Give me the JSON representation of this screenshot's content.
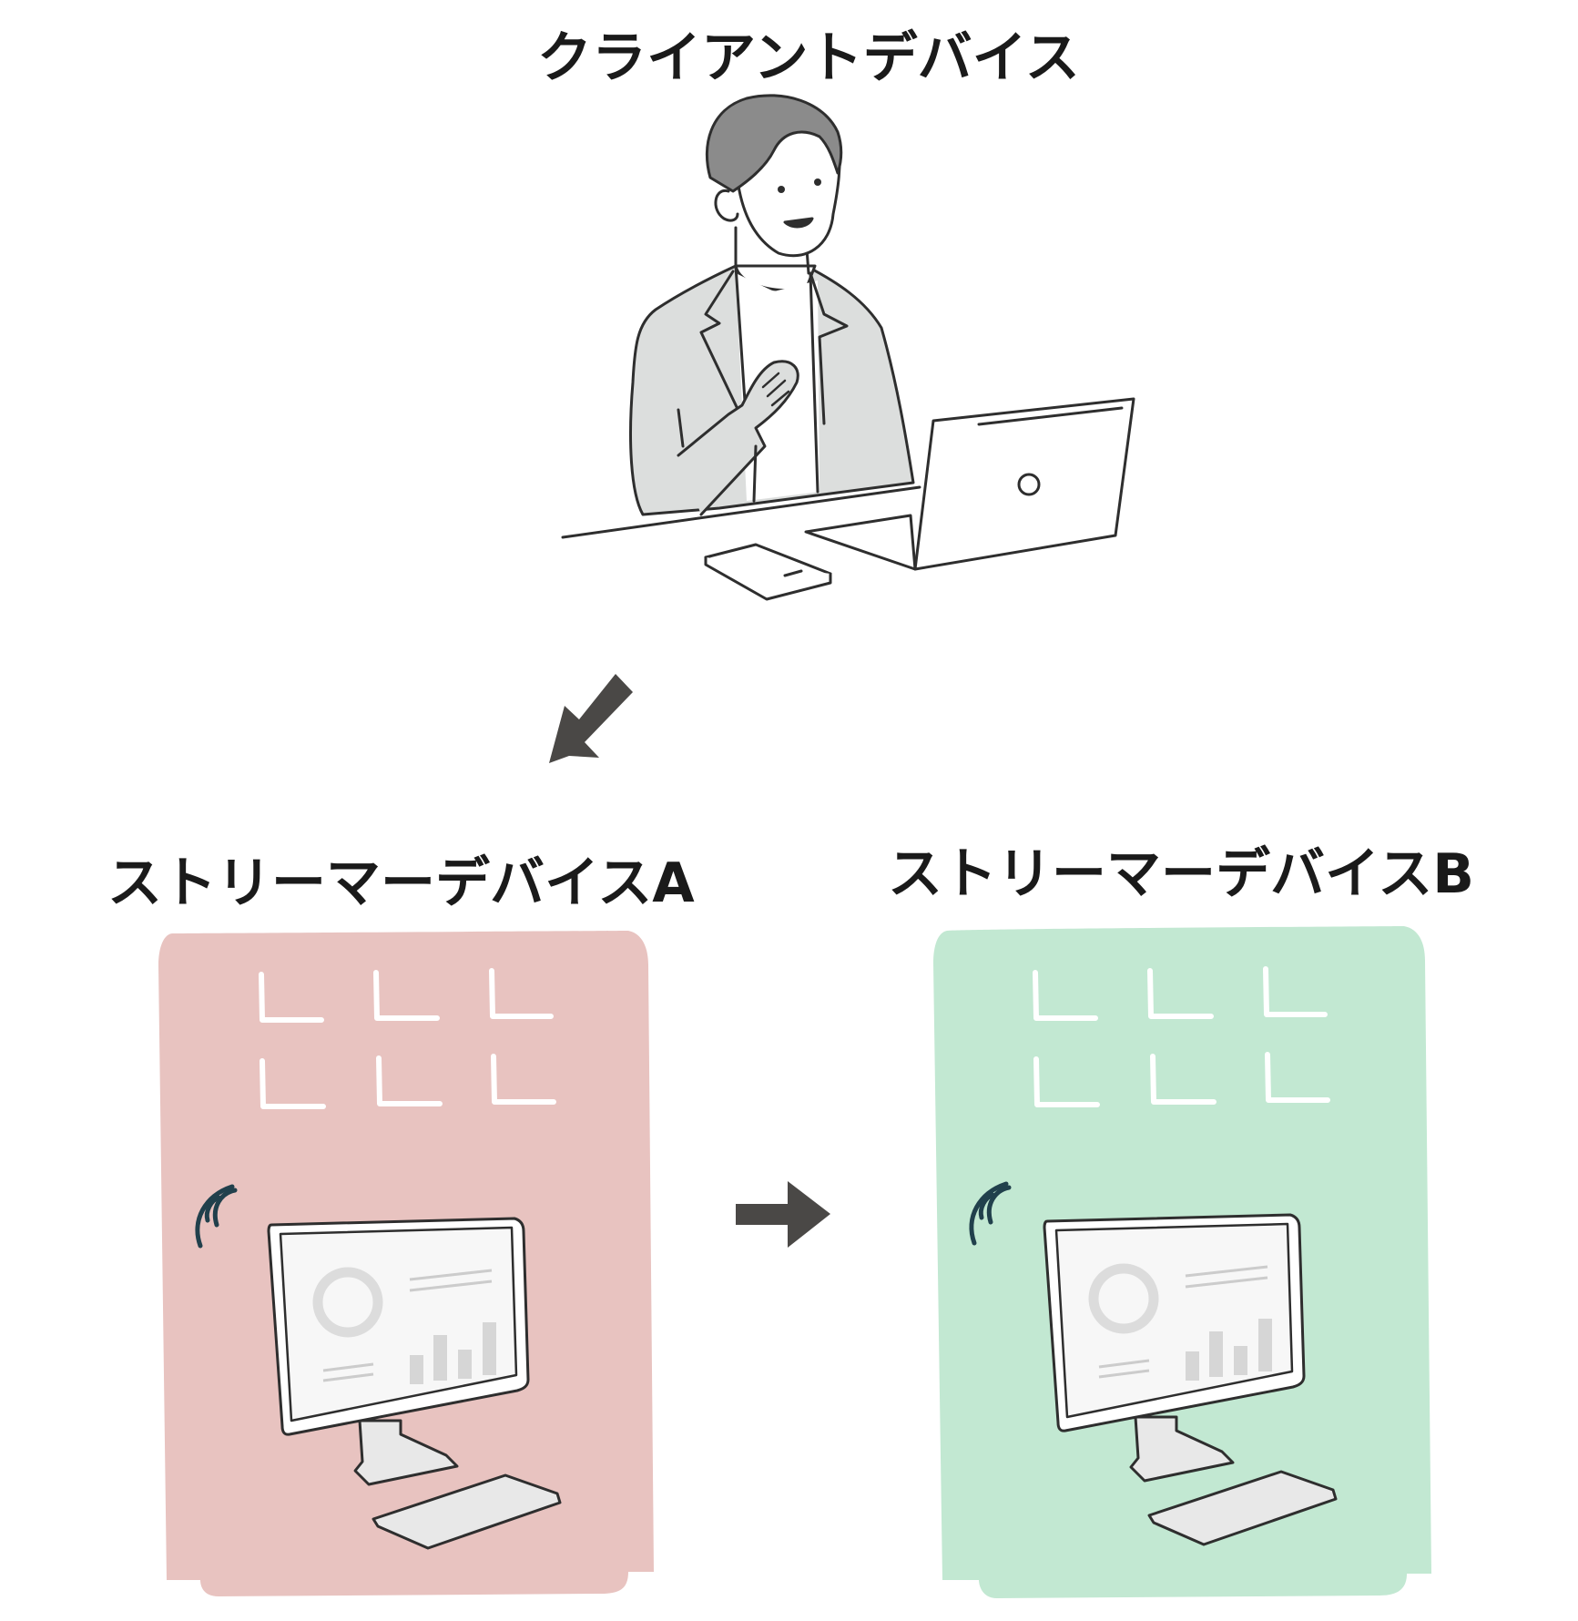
{
  "client": {
    "label": "クライアントデバイス"
  },
  "streamer_a": {
    "label": "ストリーマーデバイスA",
    "color": "#e8c3c0"
  },
  "streamer_b": {
    "label": "ストリーマーデバイスB",
    "color": "#c2e8d2"
  },
  "colors": {
    "arrow": "#4a4846",
    "stroke": "#2e2e2e",
    "wifi": "#21404c"
  }
}
